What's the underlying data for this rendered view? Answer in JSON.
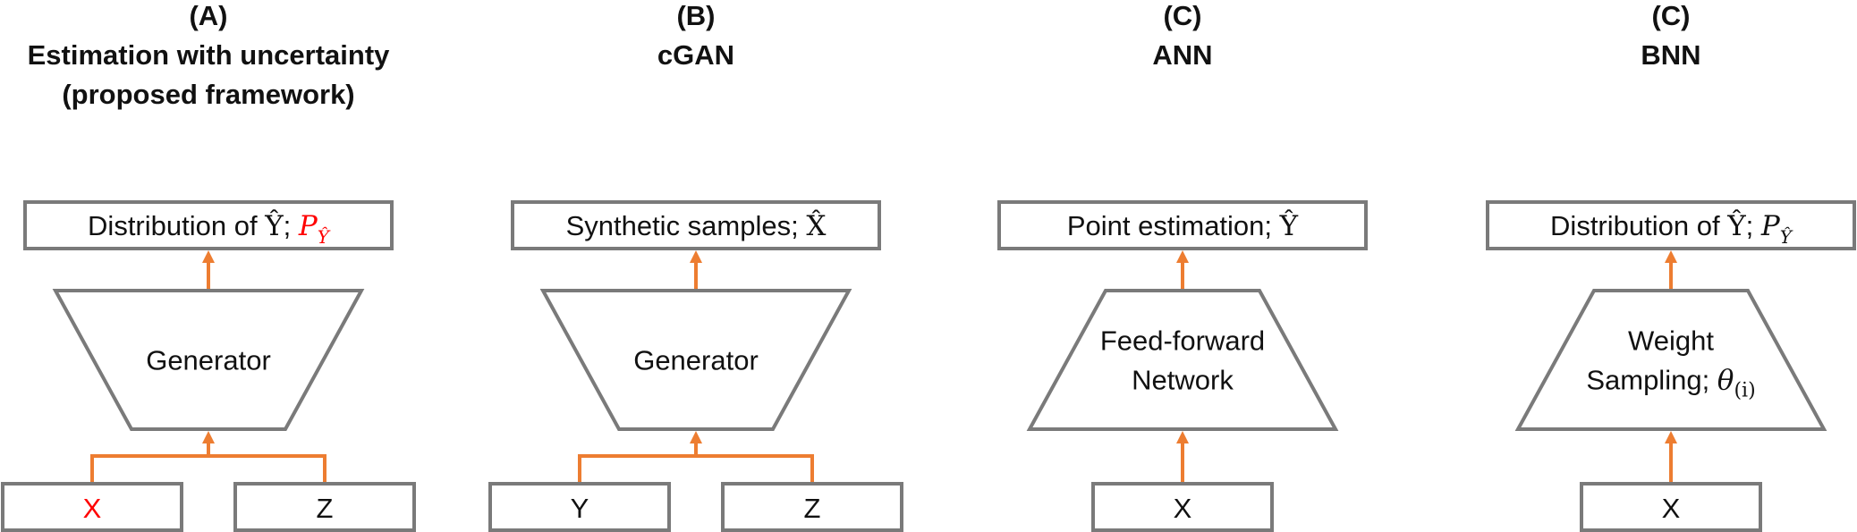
{
  "colors": {
    "box_stroke": "#7a7a7a",
    "arrow": "#ed7d31",
    "highlight": "#ff0000"
  },
  "panels": [
    {
      "id": "A",
      "label": "(A)",
      "title_lines": [
        "Estimation with uncertainty",
        "(proposed framework)"
      ],
      "output": {
        "prefix": "Distribution of ",
        "symbol": "Ŷ",
        "sep": "; ",
        "math": "P",
        "math_sub": "Ŷ",
        "math_color": "#ff0000"
      },
      "model": {
        "shape": "inverted-trapezoid",
        "lines": [
          "Generator"
        ]
      },
      "inputs": [
        {
          "text": "X",
          "color": "#ff0000"
        },
        {
          "text": "Z",
          "color": "#111111"
        }
      ]
    },
    {
      "id": "B",
      "label": "(B)",
      "title_lines": [
        "cGAN"
      ],
      "output": {
        "prefix": "Synthetic samples; ",
        "symbol": "X̂",
        "sep": "",
        "math": "",
        "math_sub": ""
      },
      "model": {
        "shape": "inverted-trapezoid",
        "lines": [
          "Generator"
        ]
      },
      "inputs": [
        {
          "text": "Y",
          "color": "#111111"
        },
        {
          "text": "Z",
          "color": "#111111"
        }
      ]
    },
    {
      "id": "C1",
      "label": "(C)",
      "title_lines": [
        "ANN"
      ],
      "output": {
        "prefix": "Point estimation; ",
        "symbol": "Ŷ",
        "sep": "",
        "math": "",
        "math_sub": ""
      },
      "model": {
        "shape": "trapezoid",
        "lines": [
          "Feed-forward",
          "Network"
        ]
      },
      "inputs": [
        {
          "text": "X",
          "color": "#111111"
        }
      ]
    },
    {
      "id": "C2",
      "label": "(C)",
      "title_lines": [
        "BNN"
      ],
      "output": {
        "prefix": "Distribution of ",
        "symbol": "Ŷ",
        "sep": "; ",
        "math": "P",
        "math_sub": "Ŷ",
        "math_color": "#111111"
      },
      "model": {
        "shape": "trapezoid",
        "lines": [
          "Weight",
          "Sampling; θ(i)"
        ],
        "math_line": {
          "prefix": "Sampling; ",
          "math": "θ",
          "sub": "(i)"
        }
      },
      "inputs": [
        {
          "text": "X",
          "color": "#111111"
        }
      ]
    }
  ]
}
